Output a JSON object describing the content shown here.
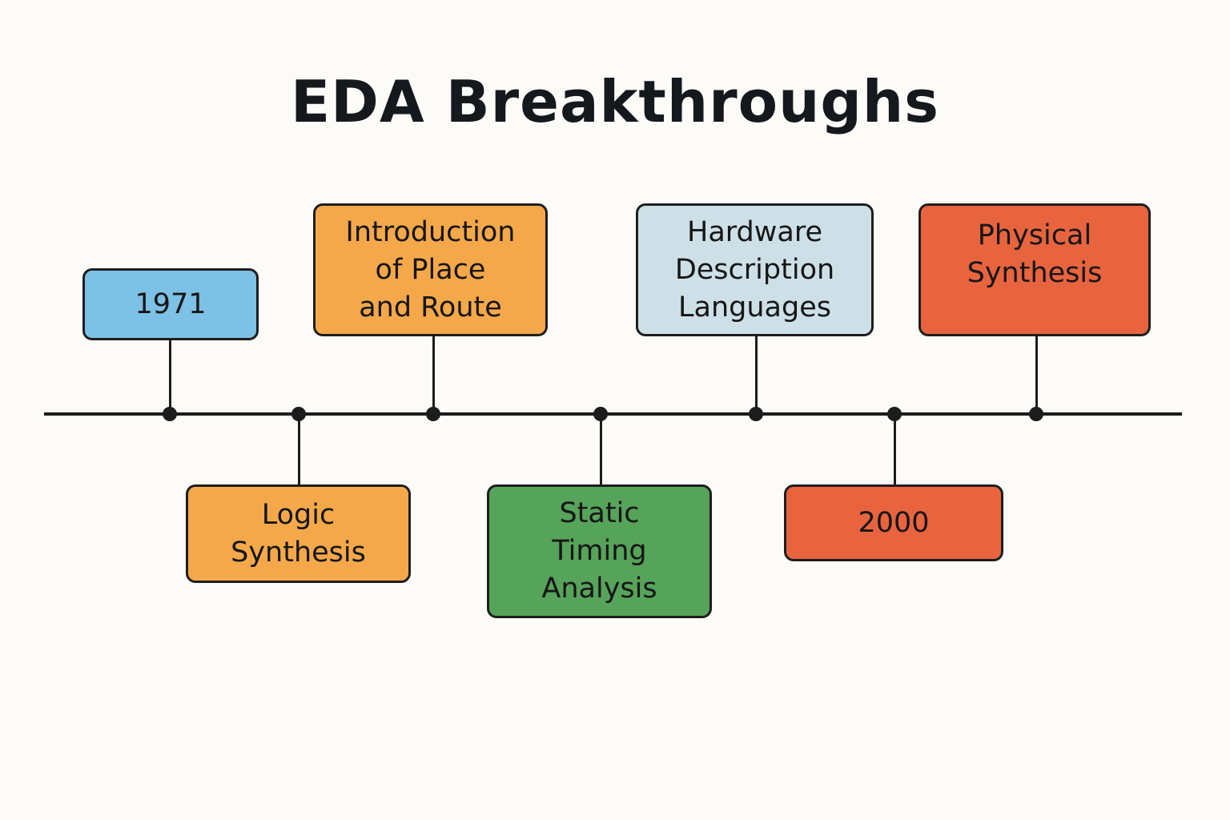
{
  "title": "EDA Breakthroughs",
  "colors": {
    "blue": "#7dc1e6",
    "orange": "#f5a84a",
    "light_blue": "#cde0e8",
    "red_orange": "#e8643f",
    "green": "#56a35a",
    "line": "#1c1c1c"
  },
  "events": [
    {
      "id": "e1",
      "label": "1971",
      "position": "above",
      "color": "#7dc1e6"
    },
    {
      "id": "e2",
      "label": "Logic\nSynthesis",
      "position": "below",
      "color": "#f5a84a"
    },
    {
      "id": "e3",
      "label": "Introduction\nof Place\nand Route",
      "position": "above",
      "color": "#f5a84a"
    },
    {
      "id": "e4",
      "label": "Static\nTiming\nAnalysis",
      "position": "below",
      "color": "#56a35a"
    },
    {
      "id": "e5",
      "label": "Hardware\nDescription\nLanguages",
      "position": "above",
      "color": "#cde0e8"
    },
    {
      "id": "e6",
      "label": "2000",
      "position": "below",
      "color": "#e8643f"
    },
    {
      "id": "e7",
      "label": "Physical\nSynthesis",
      "position": "above",
      "color": "#e8643f"
    }
  ]
}
